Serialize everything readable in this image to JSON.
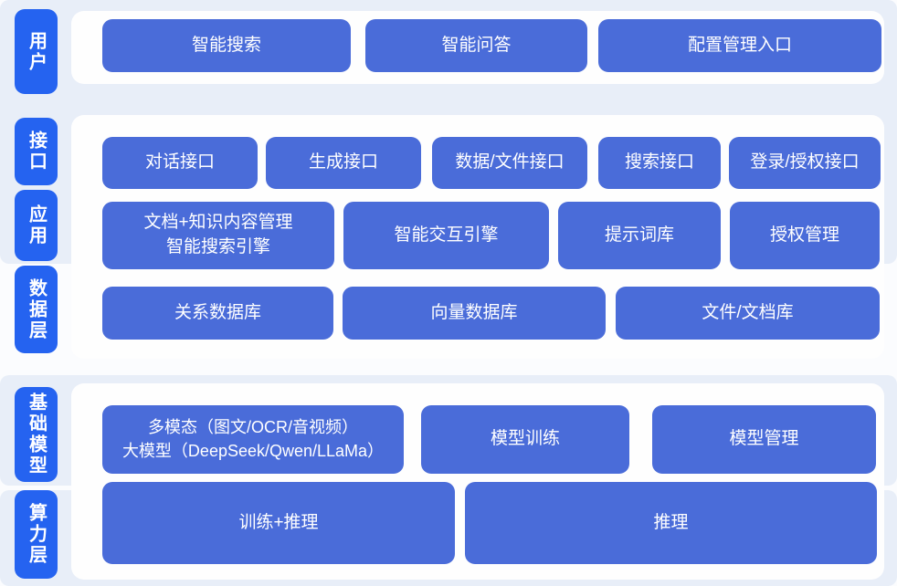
{
  "colors": {
    "page_bg": "#fbfcfe",
    "panel_bg": "#e8eef8",
    "card_bg": "#fefefe",
    "tab_blue": "#2563f0",
    "block_blue": "#4a6cd9",
    "text_white": "#ffffff"
  },
  "sections": {
    "user": {
      "tab": "用户",
      "blocks": {
        "smart_search": "智能搜索",
        "smart_qa": "智能问答",
        "config_entry": "配置管理入口"
      }
    },
    "middle": {
      "tabs": {
        "interface": "接口",
        "application": "应用",
        "data_layer": "数据层"
      },
      "interface_row": {
        "dialog_api": "对话接口",
        "generate_api": "生成接口",
        "data_file_api": "数据/文件接口",
        "search_api": "搜索接口",
        "login_auth_api": "登录/授权接口"
      },
      "application_row": {
        "doc_km_line1": "文档+知识内容管理",
        "doc_km_line2": "智能搜索引擎",
        "interaction_engine": "智能交互引擎",
        "prompt_lib": "提示词库",
        "auth_mgmt": "授权管理"
      },
      "data_row": {
        "relational_db": "关系数据库",
        "vector_db": "向量数据库",
        "file_doc_store": "文件/文档库"
      }
    },
    "bottom": {
      "tabs": {
        "foundation_model": "基础模型",
        "compute_layer": "算力层"
      },
      "model_row": {
        "multimodal_line1": "多模态（图文/OCR/音视频）",
        "multimodal_line2": "大模型（DeepSeek/Qwen/LLaMa）",
        "model_training": "模型训练",
        "model_mgmt": "模型管理"
      },
      "compute_row": {
        "train_infer": "训练+推理",
        "infer": "推理"
      }
    }
  }
}
